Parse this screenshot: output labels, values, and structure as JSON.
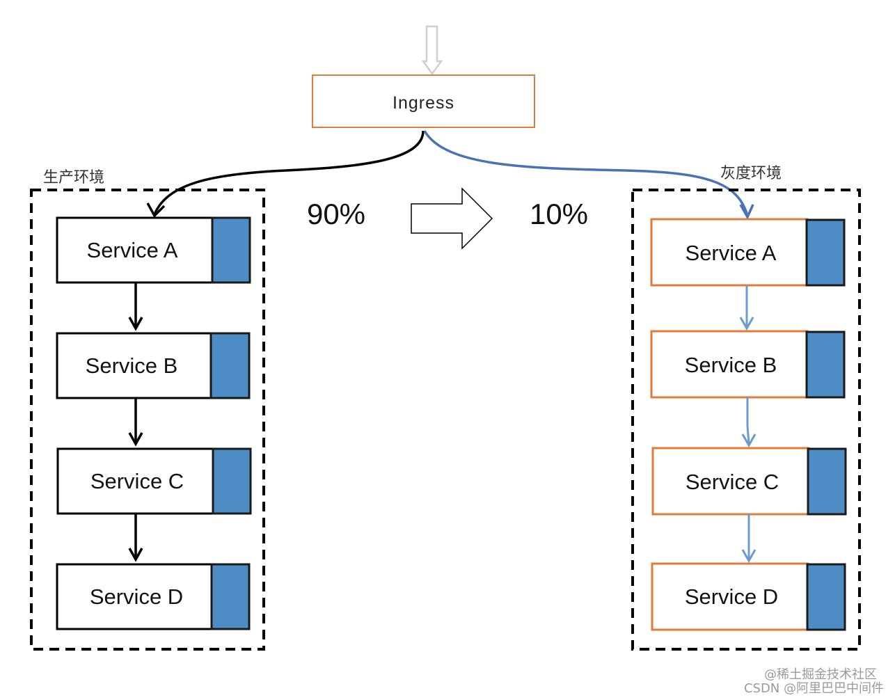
{
  "ingress": {
    "label": "Ingress"
  },
  "environments": {
    "production": {
      "label": "生产环境",
      "traffic": "90%",
      "services": [
        "Service A",
        "Service B",
        "Service C",
        "Service D"
      ]
    },
    "gray": {
      "label": "灰度环境",
      "traffic": "10%",
      "services": [
        "Service A",
        "Service B",
        "Service C",
        "Service D"
      ]
    }
  },
  "watermark": {
    "line1": "@稀土掘金技术社区",
    "line2": "CSDN @阿里巴巴中间件"
  },
  "colors": {
    "accent_orange": "#e07b39",
    "service_blue": "#4e8cc5",
    "gray_route": "#4a72b8",
    "gray_link": "#6a9bd0",
    "prod_route": "#000000"
  }
}
